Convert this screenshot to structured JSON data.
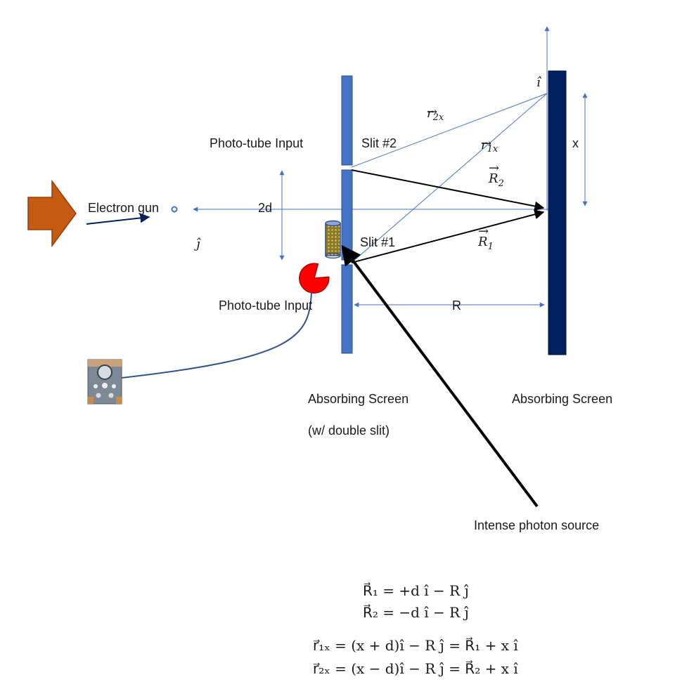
{
  "labels": {
    "phototube_top": "Photo-tube Input",
    "phototube_bottom": "Photo-tube Input",
    "slit2": "Slit #2",
    "slit1": "Slit #1",
    "electron_gun": "Electron gun",
    "two_d": "2d",
    "x": "x",
    "R": "R",
    "screen_left": "Absorbing Screen",
    "screen_left_note": "(w/ double slit)",
    "screen_right": "Absorbing Screen",
    "photon_source": "Intense photon source"
  },
  "vectors": {
    "i_hat": "î",
    "j_hat": "ĵ",
    "r2x": {
      "base": "r",
      "sub": "2x"
    },
    "r1x": {
      "base": "r",
      "sub": "1x"
    },
    "R2": {
      "base": "R",
      "sub": "2"
    },
    "R1": {
      "base": "R",
      "sub": "1"
    }
  },
  "equations": {
    "eq1": "R⃗₁ = +d î − R ĵ",
    "eq2": "R⃗₂ = −d î − R ĵ",
    "eq3": "r⃗₁ₓ = (x + d)î − R ĵ = R⃗₁ + x î",
    "eq4": "r⃗₂ₓ = (x − d)î − R ĵ = R⃗₂ + x î"
  },
  "colors": {
    "slit_screen": "#4472c4",
    "detector_screen": "#002060",
    "thin_line": "#4472c4",
    "arrow": "#000000",
    "input_arrow": "#c55a11",
    "phototube": "#ff0000",
    "cylinder": "#8b7a2a"
  }
}
